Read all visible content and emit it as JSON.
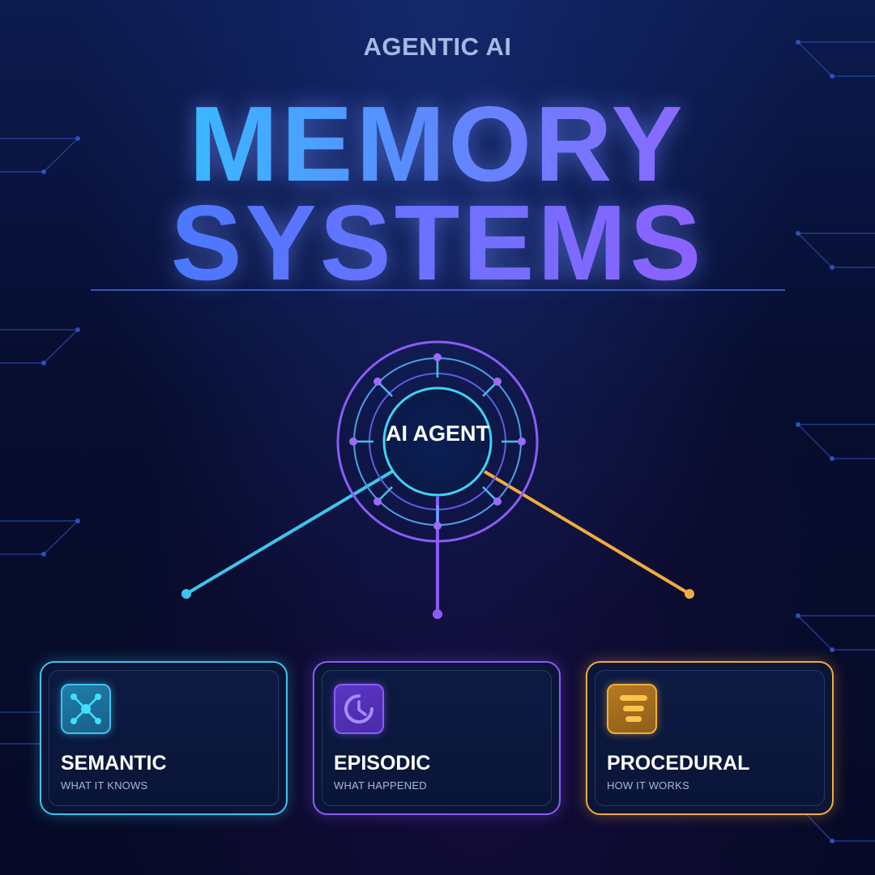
{
  "eyebrow": "AGENTIC AI",
  "title": {
    "line1": "MEMORY",
    "line2": "SYSTEMS"
  },
  "hub": {
    "label": "AI AGENT"
  },
  "colors": {
    "semantic": "#3fc3ec",
    "episodic": "#8b5cf6",
    "procedural": "#f2ac3c",
    "background": "#070d2e"
  },
  "cards": [
    {
      "title": "SEMANTIC",
      "subtitle": "WHAT IT KNOWS",
      "icon": "network-nodes-icon",
      "color": "#3fc3ec"
    },
    {
      "title": "EPISODIC",
      "subtitle": "WHAT HAPPENED",
      "icon": "clock-history-icon",
      "color": "#8b5cf6"
    },
    {
      "title": "PROCEDURAL",
      "subtitle": "HOW IT WORKS",
      "icon": "stacked-steps-icon",
      "color": "#f2ac3c"
    }
  ]
}
